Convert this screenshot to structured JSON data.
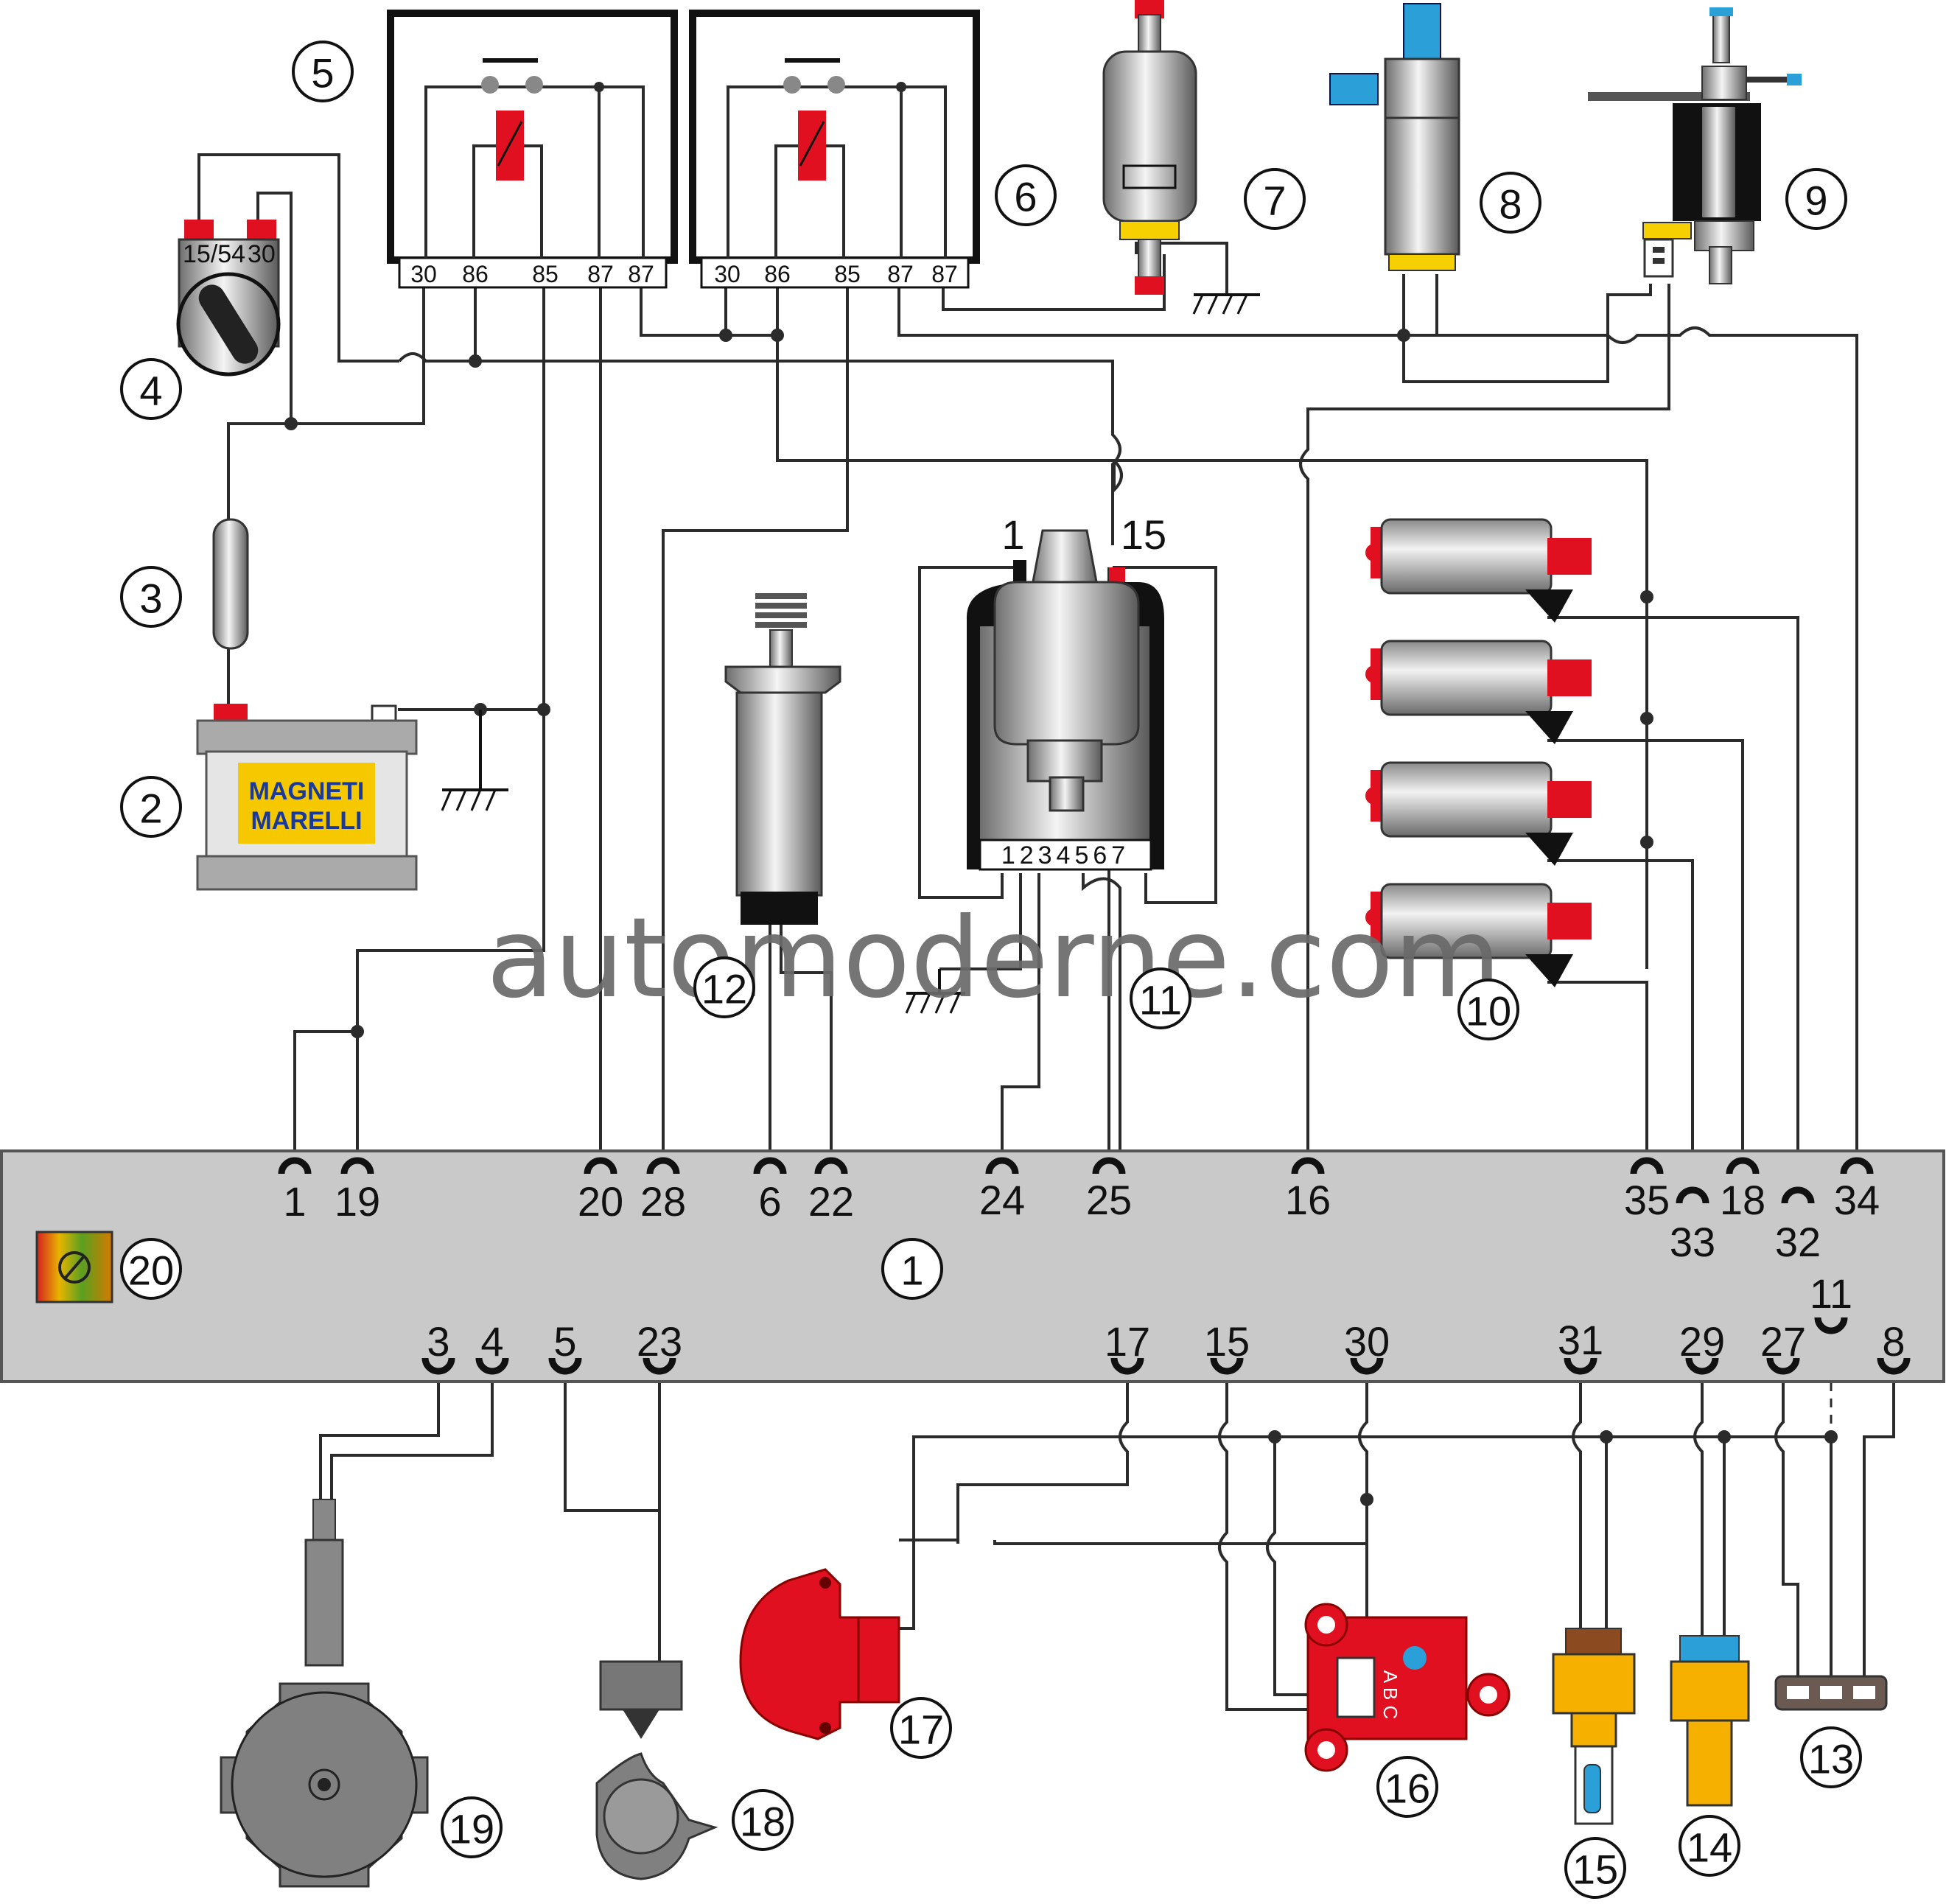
{
  "watermark": "automoderne.com",
  "ecu": {
    "number": "1"
  },
  "ecu_pins_top": [
    "1",
    "19",
    "20",
    "28",
    "6",
    "22",
    "24",
    "25",
    "16",
    "35",
    "33",
    "18",
    "32",
    "34"
  ],
  "ecu_pins_bottom": [
    "3",
    "4",
    "5",
    "23",
    "17",
    "15",
    "30",
    "31",
    "29",
    "27",
    "11",
    "8"
  ],
  "callouts": [
    "1",
    "2",
    "3",
    "4",
    "5",
    "6",
    "7",
    "8",
    "9",
    "10",
    "11",
    "12",
    "13",
    "14",
    "15",
    "16",
    "17",
    "18",
    "19",
    "20"
  ],
  "relay_terminals": [
    "30",
    "86",
    "85",
    "87",
    "87"
  ],
  "ignition_switch": {
    "terminal_left": "15/54",
    "terminal_right": "30"
  },
  "battery_logo": {
    "line1": "MAGNETI",
    "line2": "MARELLI"
  },
  "coil_terminals": {
    "left": "1",
    "right": "15",
    "connector": "1234567"
  },
  "sensor_16_pins": "A B C",
  "colors": {
    "ecu_body": "#c9c9c9",
    "connector_red": "#e01020",
    "sensor_yellow": "#f5b000",
    "hose_blue": "#2a9fd8",
    "wire": "#2b2b2b"
  }
}
